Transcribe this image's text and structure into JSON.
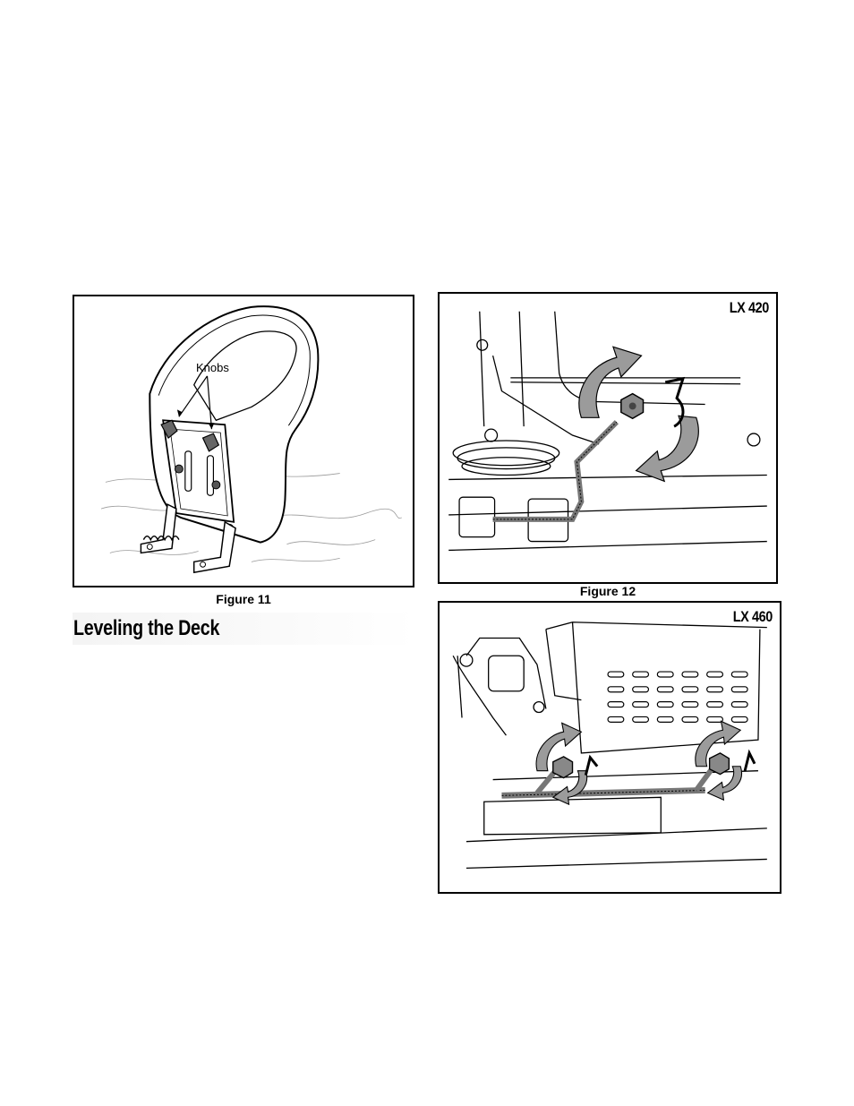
{
  "figures": [
    {
      "caption": "Figure 11",
      "callouts": {
        "knobs": "Knobs"
      }
    },
    {
      "caption": "Figure 12",
      "model": "LX 420"
    },
    {
      "model": "LX 460"
    }
  ],
  "section": {
    "heading": "Leveling the Deck"
  }
}
